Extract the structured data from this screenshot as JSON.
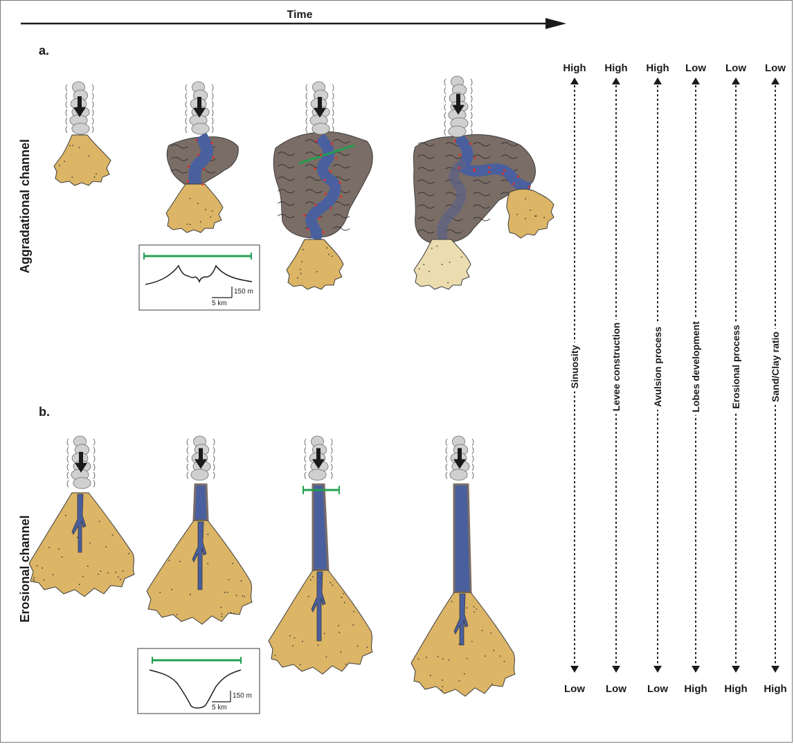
{
  "figure": {
    "time_label": "Time",
    "panel_a": {
      "letter": "a.",
      "row_label": "Aggradational channel"
    },
    "panel_b": {
      "letter": "b.",
      "row_label": "Erosional channel"
    },
    "inset_a": {
      "vertical_scale": "150 m",
      "horizontal_scale": "5 km"
    },
    "inset_b": {
      "vertical_scale": "150 m",
      "horizontal_scale": "5 km"
    }
  },
  "trends": [
    {
      "name": "Sinuosity",
      "top": "High",
      "bottom": "Low"
    },
    {
      "name": "Levee construction",
      "top": "High",
      "bottom": "Low"
    },
    {
      "name": "Avulsion process",
      "top": "High",
      "bottom": "Low"
    },
    {
      "name": "Lobes development",
      "top": "Low",
      "bottom": "High"
    },
    {
      "name": "Erosional process",
      "top": "Low",
      "bottom": "High"
    },
    {
      "name": "Sand/Clay ratio",
      "top": "Low",
      "bottom": "High"
    }
  ],
  "colors": {
    "sand": "#dcb566",
    "pale_sand": "#ebddb0",
    "levee": "#7a6d66",
    "channel": "#4a5f9d",
    "canyon": "#d0d0d0",
    "section_line": "#22a050",
    "marker": "#e0302a"
  }
}
